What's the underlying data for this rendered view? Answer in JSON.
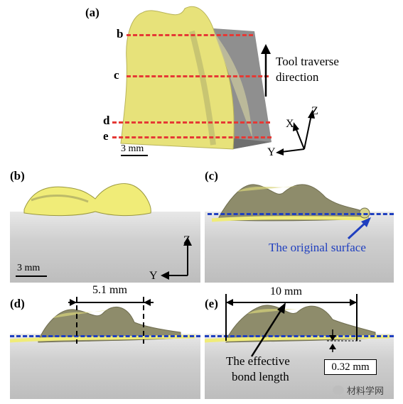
{
  "panels": {
    "a": {
      "label": "(a)",
      "section_markers": [
        "b",
        "c",
        "d",
        "e"
      ],
      "traverse_text_line1": "Tool traverse",
      "traverse_text_line2": "direction",
      "scale": "3 mm",
      "axes": {
        "x": "X",
        "y": "Y",
        "z": "Z"
      }
    },
    "b": {
      "label": "(b)",
      "scale": "3 mm",
      "axes": {
        "z": "Z",
        "y": "Y"
      }
    },
    "c": {
      "label": "(c)",
      "annotation": "The original surface"
    },
    "d": {
      "label": "(d)",
      "dimension": "5.1 mm"
    },
    "e": {
      "label": "(e)",
      "dimension": "10 mm",
      "annotation_line1": "The effective",
      "annotation_line2": "bond length",
      "thickness": "0.32 mm"
    }
  },
  "colors": {
    "deposit": "#f0ec78",
    "section_line": "#e53935",
    "surface_line": "#1f3fbf",
    "substrate": "#c8c8c8"
  },
  "watermark": "材料学网"
}
